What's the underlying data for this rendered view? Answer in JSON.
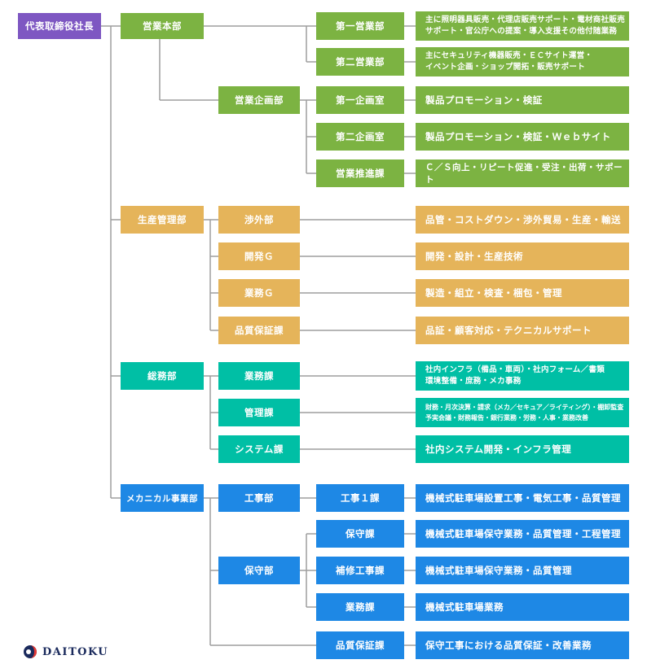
{
  "ceo": "代表取締役社長",
  "sales": {
    "division": "営業本部",
    "dept1": "第一営業部",
    "dept1_desc_1": "主に照明器具販売・代理店販売サポート・電材商社販売",
    "dept1_desc_2": "サポート・官公庁への提案・導入支援その他付随業務",
    "dept2": "第二営業部",
    "dept2_desc_1": "主にセキュリティ機器販売・ＥＣサイト運営・",
    "dept2_desc_2": "イベント企画・ショップ開拓・販売サポート",
    "planning": "営業企画部",
    "plan1": "第一企画室",
    "plan1_desc": "製品プロモーション・検証",
    "plan2": "第二企画室",
    "plan2_desc": "製品プロモーション・検証・Ｗｅｂサイト",
    "promo": "営業推進課",
    "promo_desc": "Ｃ／Ｓ向上・リピート促進・受注・出荷・サポート"
  },
  "production": {
    "division": "生産管理部",
    "external": "渉外部",
    "external_desc": "品管・コストダウン・渉外貿易・生産・輸送",
    "dev": "開発Ｇ",
    "dev_desc": "開発・設計・生産技術",
    "ops": "業務Ｇ",
    "ops_desc": "製造・組立・検査・梱包・管理",
    "qa": "品質保証課",
    "qa_desc": "品証・顧客対応・テクニカルサポート"
  },
  "general": {
    "division": "総務部",
    "ops": "業務課",
    "ops_desc_1": "社内インフラ（備品・車両）・社内フォーム／書類",
    "ops_desc_2": "環境整備・庶務・メカ事務",
    "admin": "管理課",
    "admin_desc_1": "財務・月次決算・請求（メカ／セキュア／ライティング）・棚卸監査",
    "admin_desc_2": "予実会議・財務報告・銀行業務・労務・人事・業務改善",
    "system": "システム課",
    "system_desc": "社内システム開発・インフラ管理"
  },
  "mechanical": {
    "division": "メカニカル事業部",
    "construction": "工事部",
    "construction1": "工事１課",
    "construction1_desc": "機械式駐車場設置工事・電気工事・品質管理",
    "maintenance": "保守部",
    "maint": "保守課",
    "maint_desc": "機械式駐車場保守業務・品質管理・工程管理",
    "repair": "補修工事課",
    "repair_desc": "機械式駐車場保守業務・品質管理",
    "ops": "業務課",
    "ops_desc": "機械式駐車場業務",
    "qa": "品質保証課",
    "qa_desc": "保守工事における品質保証・改善業務"
  },
  "logo": {
    "text": "DAITOKU"
  },
  "colors": {
    "sales": "#7cb342",
    "production": "#e5b45a",
    "general": "#00bfa5",
    "mechanical": "#1e88e5",
    "ceo": "#7e57c2",
    "connector": "#9e9e9e"
  }
}
